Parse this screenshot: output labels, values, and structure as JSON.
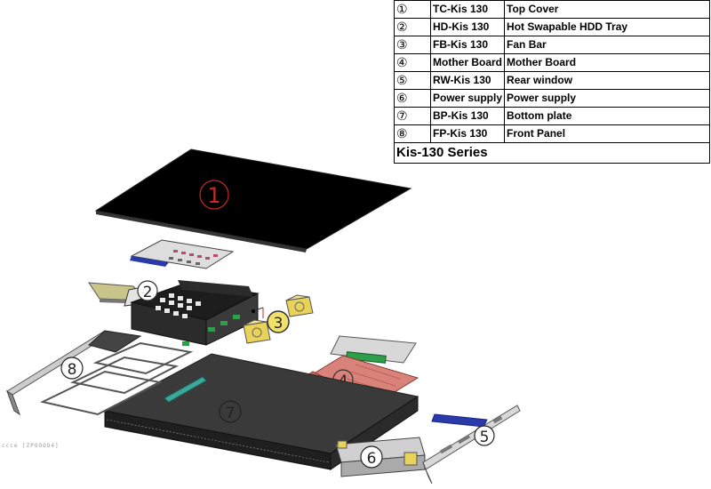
{
  "parts": [
    {
      "num": "①",
      "code": "TC-Kis 130",
      "name": "Top  Cover"
    },
    {
      "num": "②",
      "code": "HD-Kis 130",
      "name": "Hot Swapable HDD Tray"
    },
    {
      "num": "③",
      "code": "FB-Kis 130",
      "name": "Fan Bar"
    },
    {
      "num": "④",
      "code": "Mother Board",
      "name": "Mother Board"
    },
    {
      "num": "⑤",
      "code": "RW-Kis 130",
      "name": "Rear window"
    },
    {
      "num": "⑥",
      "code": "Power supply",
      "name": "Power supply"
    },
    {
      "num": "⑦",
      "code": "BP-Kis 130",
      "name": "Bottom plate"
    },
    {
      "num": "⑧",
      "code": "FP-Kis 130",
      "name": "Front Panel"
    }
  ],
  "series_title": "Kis-130 Series",
  "callouts": {
    "top_cover": "1",
    "hdd_tray": "2",
    "fan_bar": "3",
    "mother_board": "4",
    "rear_window": "5",
    "power_supply": "6",
    "bottom_plate": "7",
    "front_panel": "8"
  },
  "colors": {
    "top_cover": "#000000",
    "mother_board": "#d9827a",
    "fan": "#e8d25a",
    "rear_blue": "#2a3aa8",
    "pcb_green": "#2f9e4a",
    "chassis_grey": "#4a4a4a"
  },
  "watermark": "ccce  [ZPOOOO4]"
}
